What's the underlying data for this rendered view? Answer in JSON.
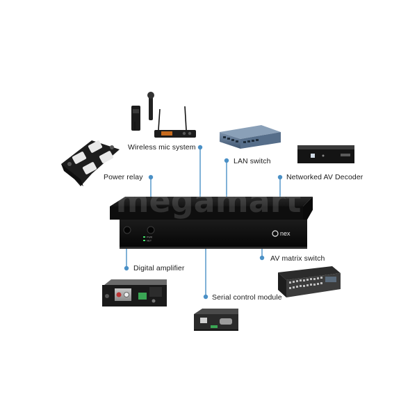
{
  "hub": {
    "brand": "nex",
    "leds": [
      "PWR",
      "NET"
    ]
  },
  "labels": {
    "wireless_mic": "Wireless mic system",
    "power_relay": "Power relay",
    "lan_switch": "LAN switch",
    "av_decoder": "Networked AV Decoder",
    "digital_amp": "Digital amplifier",
    "av_matrix": "AV matrix switch",
    "serial_module": "Serial control module"
  },
  "watermark": "megamart",
  "colors": {
    "accent": "#4a90c6",
    "hub": "#111111"
  },
  "icons": [
    "microphone-icon",
    "relay-device-icon",
    "network-switch-icon",
    "decoder-icon",
    "amplifier-icon",
    "matrix-switch-icon",
    "serial-module-icon"
  ]
}
